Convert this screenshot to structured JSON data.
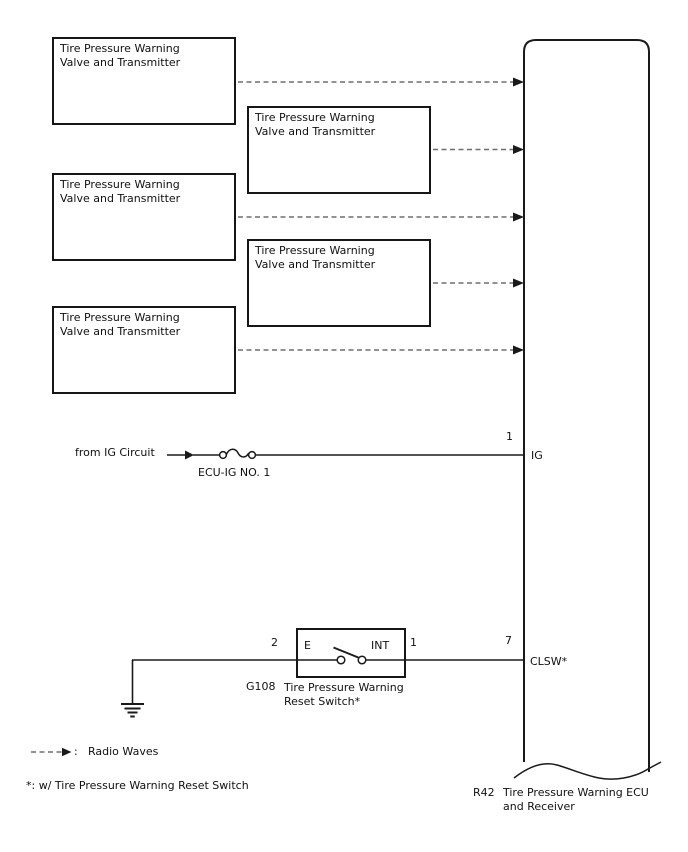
{
  "transmitters": [
    {
      "line1": "Tire Pressure Warning",
      "line2": "Valve and Transmitter"
    },
    {
      "line1": "Tire Pressure Warning",
      "line2": "Valve and Transmitter"
    },
    {
      "line1": "Tire Pressure Warning",
      "line2": "Valve and Transmitter"
    },
    {
      "line1": "Tire Pressure Warning",
      "line2": "Valve and Transmitter"
    },
    {
      "line1": "Tire Pressure Warning",
      "line2": "Valve and Transmitter"
    }
  ],
  "ig_circuit": {
    "source_label": "from IG Circuit",
    "fuse_label": "ECU-IG NO. 1",
    "ecu_pin": "1",
    "ecu_terminal": "IG"
  },
  "reset_switch": {
    "pin_left": "2",
    "pin_right": "1",
    "terminal_e": "E",
    "terminal_int": "INT",
    "connector_code": "G108",
    "name_line1": "Tire Pressure Warning",
    "name_line2": "Reset Switch*",
    "ecu_pin": "7",
    "ecu_terminal": "CLSW*"
  },
  "ecu": {
    "connector_code": "R42",
    "name_line1": "Tire Pressure Warning ECU",
    "name_line2": "and Receiver"
  },
  "legend": {
    "radio_waves_separator": ":",
    "radio_waves_label": "Radio Waves",
    "footnote": "*: w/ Tire Pressure Warning Reset Switch"
  },
  "colors": {
    "wire": "#1a1a1a",
    "dashed_line": "#6e6e6e",
    "background": "#ffffff",
    "text": "#111111"
  }
}
